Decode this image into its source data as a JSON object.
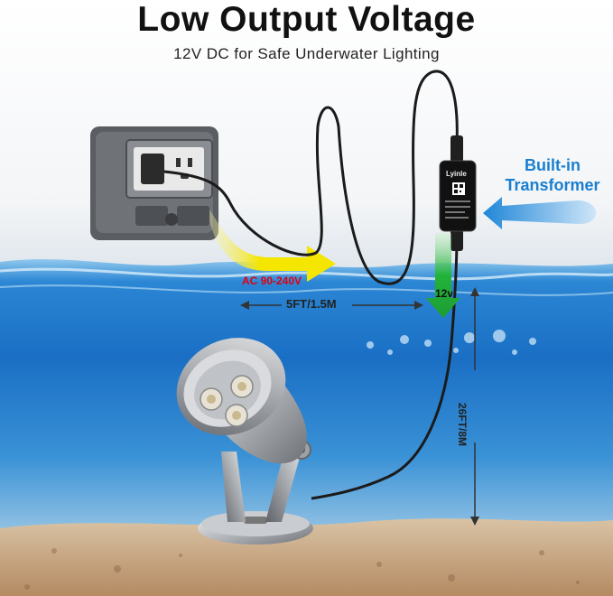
{
  "heading": {
    "title": "Low Output Voltage",
    "subtitle": "12V DC for Safe Underwater Lighting"
  },
  "labels": {
    "ac_input": "AC 90-240V",
    "cable_short": "5FT/1.5M",
    "output_voltage": "12v",
    "cable_long": "26FT/8M",
    "transformer_line1": "Built-in",
    "transformer_line2": "Transformer",
    "brand": "Lyinle"
  },
  "colors": {
    "title": "#111111",
    "ac_label": "#e10010",
    "transformer_label": "#1a7fd0",
    "ac_arrow": "#f5e600",
    "dc_arrow": "#22b33a",
    "water": "#1a73c9",
    "sand": "#c8a27a"
  },
  "icons": {
    "outlet": "weatherproof-outlet-icon",
    "transformer": "transformer-box-icon",
    "light": "spotlight-icon"
  }
}
